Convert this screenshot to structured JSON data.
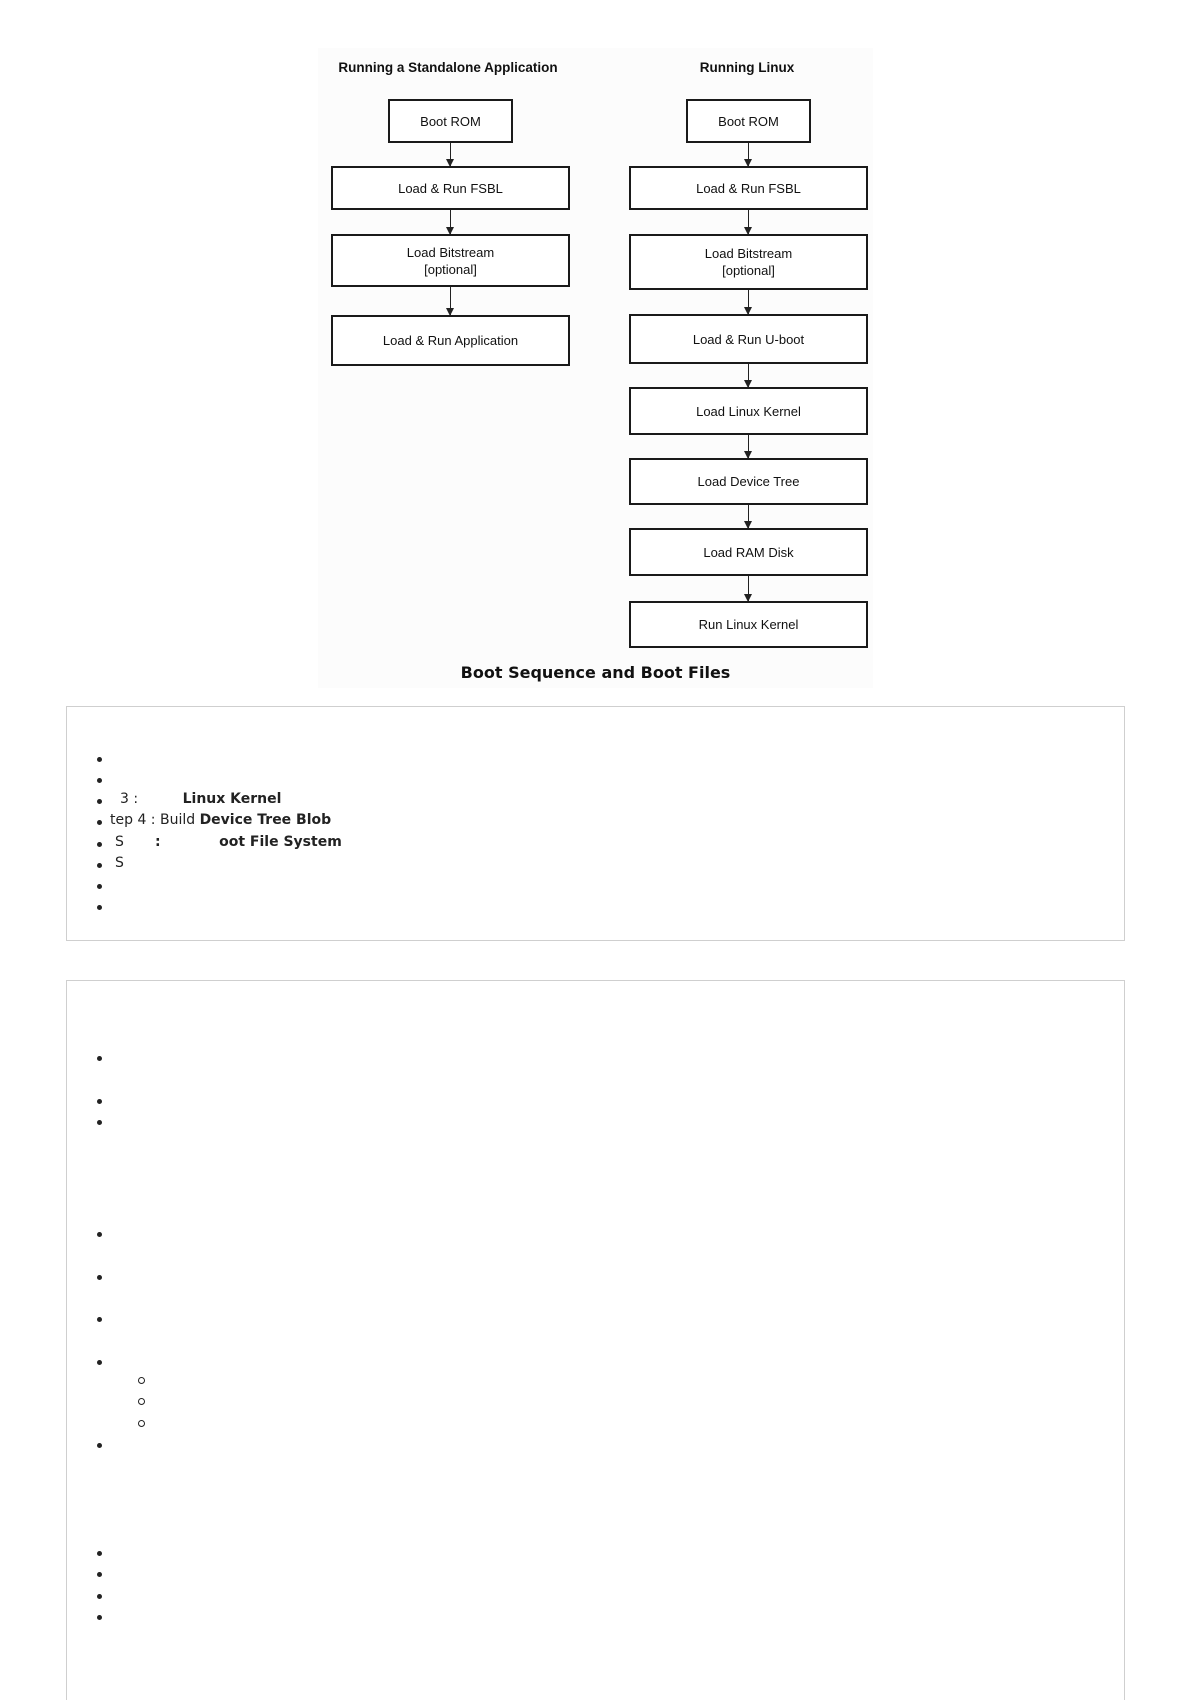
{
  "figure": {
    "left_title": "Running a Standalone Application",
    "right_title": "Running Linux",
    "left_steps": [
      {
        "line1": "Boot ROM",
        "line2": ""
      },
      {
        "line1": "Load & Run FSBL",
        "line2": ""
      },
      {
        "line1": "Load Bitstream",
        "line2": "[optional]"
      },
      {
        "line1": "Load & Run Application",
        "line2": ""
      }
    ],
    "right_steps": [
      {
        "line1": "Boot ROM",
        "line2": ""
      },
      {
        "line1": "Load & Run FSBL",
        "line2": ""
      },
      {
        "line1": "Load Bitstream",
        "line2": "[optional]"
      },
      {
        "line1": "Load & Run U-boot",
        "line2": ""
      },
      {
        "line1": "Load Linux Kernel",
        "line2": ""
      },
      {
        "line1": "Load Device Tree",
        "line2": ""
      },
      {
        "line1": "Load RAM Disk",
        "line2": ""
      },
      {
        "line1": "Run Linux Kernel",
        "line2": ""
      }
    ],
    "caption": "Boot Sequence and Boot Files"
  },
  "toc": {
    "items": [
      {
        "a": "",
        "b": ""
      },
      {
        "a": "",
        "b": ""
      },
      {
        "a": "3 :",
        "b": "Linux Kernel"
      },
      {
        "a": "tep 4 : Build",
        "b": "Device Tree Blob"
      },
      {
        "a": "S",
        "b": ":            oot File System"
      },
      {
        "a": "S",
        "b": ""
      },
      {
        "a": "",
        "b": ""
      },
      {
        "a": "",
        "b": ""
      }
    ]
  }
}
